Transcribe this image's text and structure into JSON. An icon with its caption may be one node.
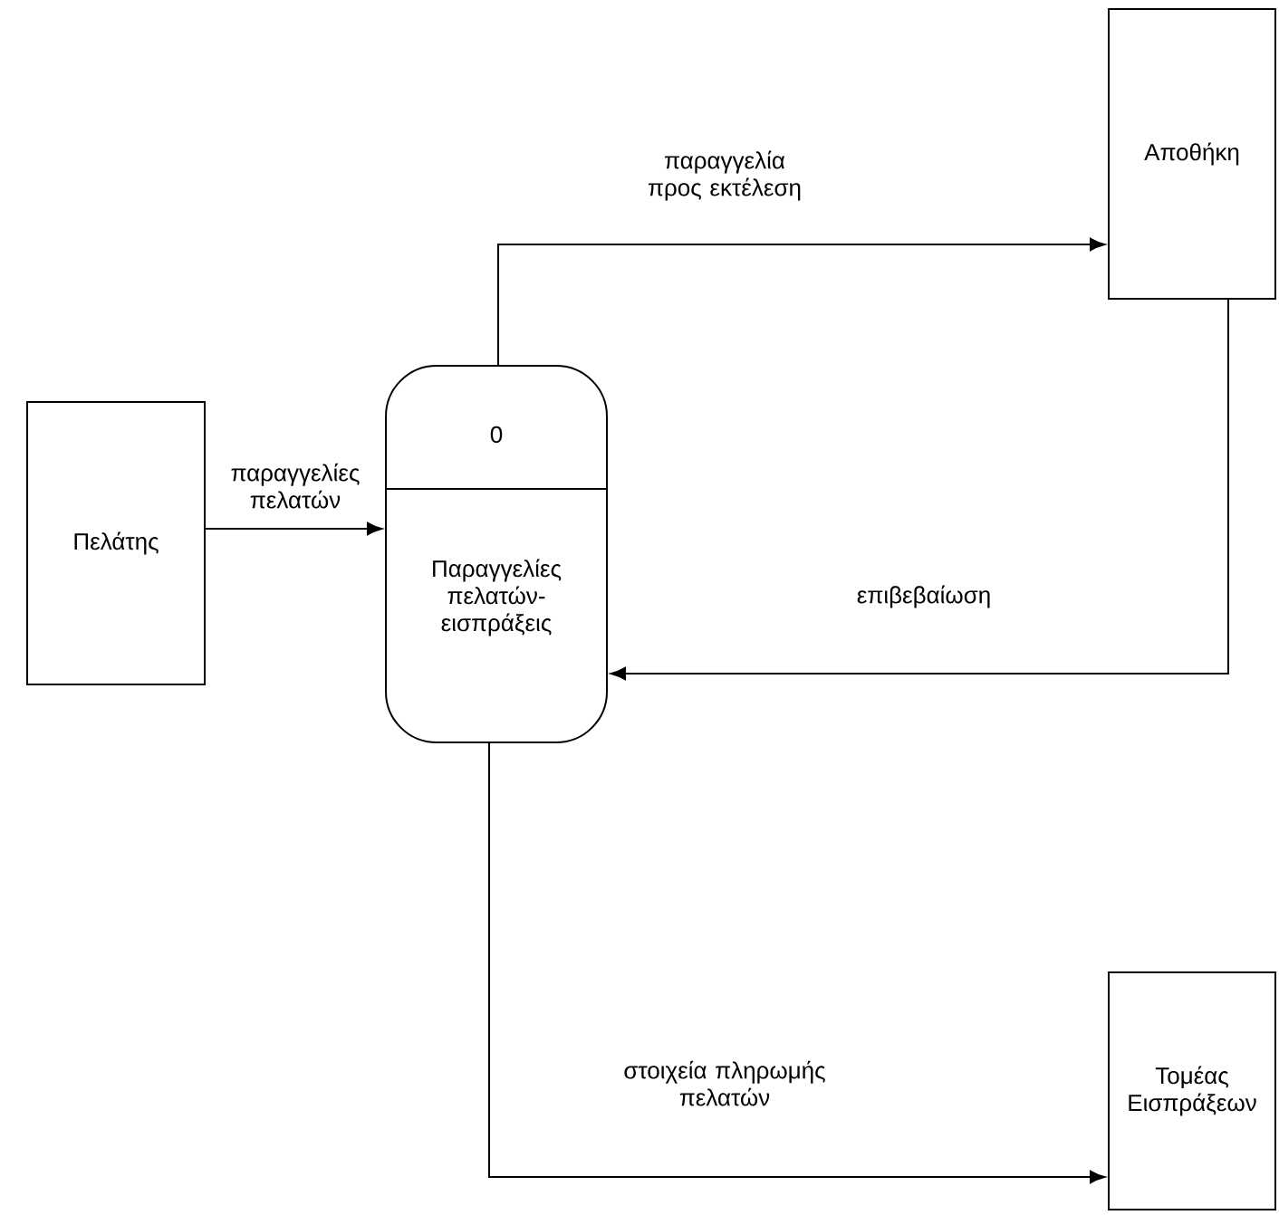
{
  "diagram": {
    "nodes": [
      {
        "text": [
          "Πελάτης"
        ]
      },
      {
        "text": [
          "0",
          "Παραγγελίες πελατών-εισπράξεις"
        ]
      },
      {
        "text": [
          "Αποθήκη"
        ]
      },
      {
        "text": [
          "Τομέας Εισπράξεων"
        ]
      }
    ],
    "edges": [
      {
        "from": 0,
        "to": 1,
        "arrow": "to",
        "label": "παραγγελίες πελατών"
      },
      {
        "from": 1,
        "to": 2,
        "arrow": "to",
        "label": "παραγγελία προς εκτέλεση"
      },
      {
        "from": 2,
        "to": 1,
        "arrow": "to",
        "label": "επιβεβαίωση"
      },
      {
        "from": 1,
        "to": 3,
        "arrow": "to",
        "label": "στοιχεία πληρωμής πελατών"
      }
    ]
  }
}
